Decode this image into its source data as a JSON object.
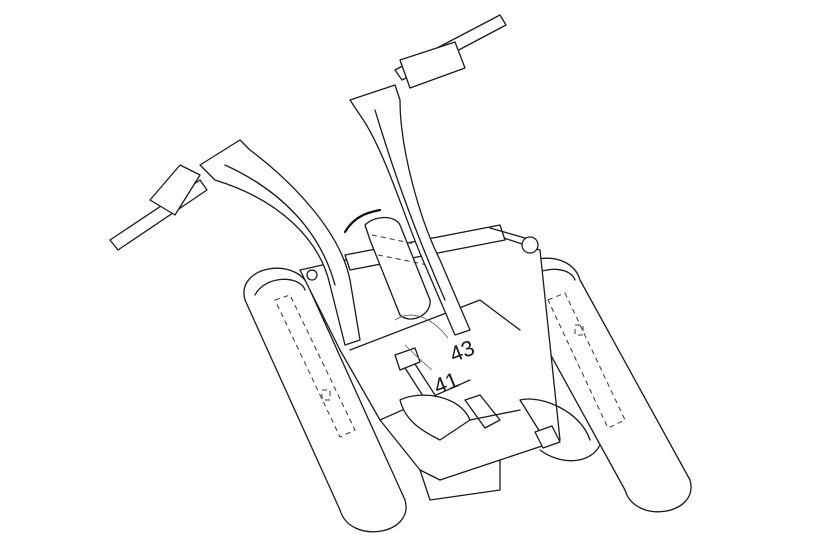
{
  "diagram": {
    "type": "patent line drawing",
    "subject": "three-wheeled / twin-float vehicle handlebar assembly",
    "labels": [
      {
        "id": "label-43",
        "text": "43"
      },
      {
        "id": "label-41",
        "text": "41"
      }
    ],
    "colors": {
      "line": "#1a1a1a",
      "background": "#ffffff"
    }
  }
}
